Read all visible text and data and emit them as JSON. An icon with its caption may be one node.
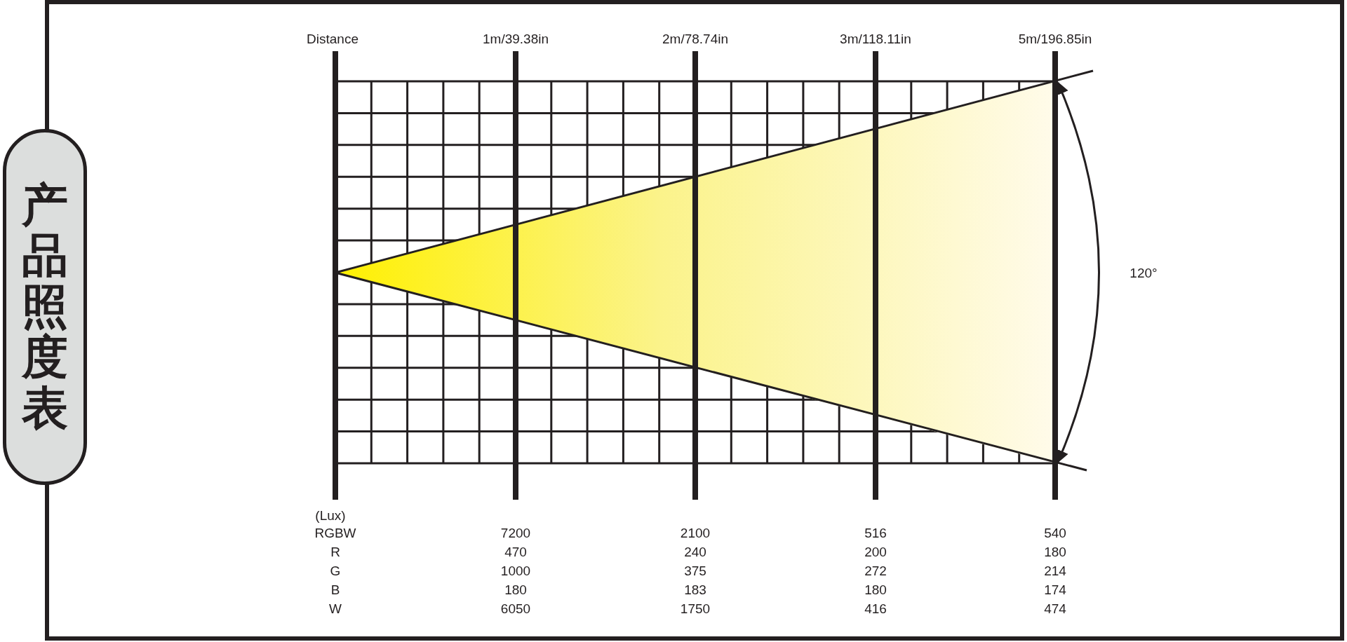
{
  "diagram": {
    "title": "产品照度表",
    "labels": [
      "Distance",
      "1m/39.38in",
      "2m/78.74in",
      "3m/118.11in",
      "5m/196.85in",
      "120°",
      "(Lux)",
      "RGBW",
      "7200",
      "2100",
      "516",
      "540",
      "R",
      "470",
      "240",
      "200",
      "180",
      "G",
      "1000",
      "375",
      "272",
      "214",
      "B",
      "180",
      "183",
      "180",
      "174",
      "W",
      "6050",
      "1750",
      "416",
      "474"
    ]
  }
}
